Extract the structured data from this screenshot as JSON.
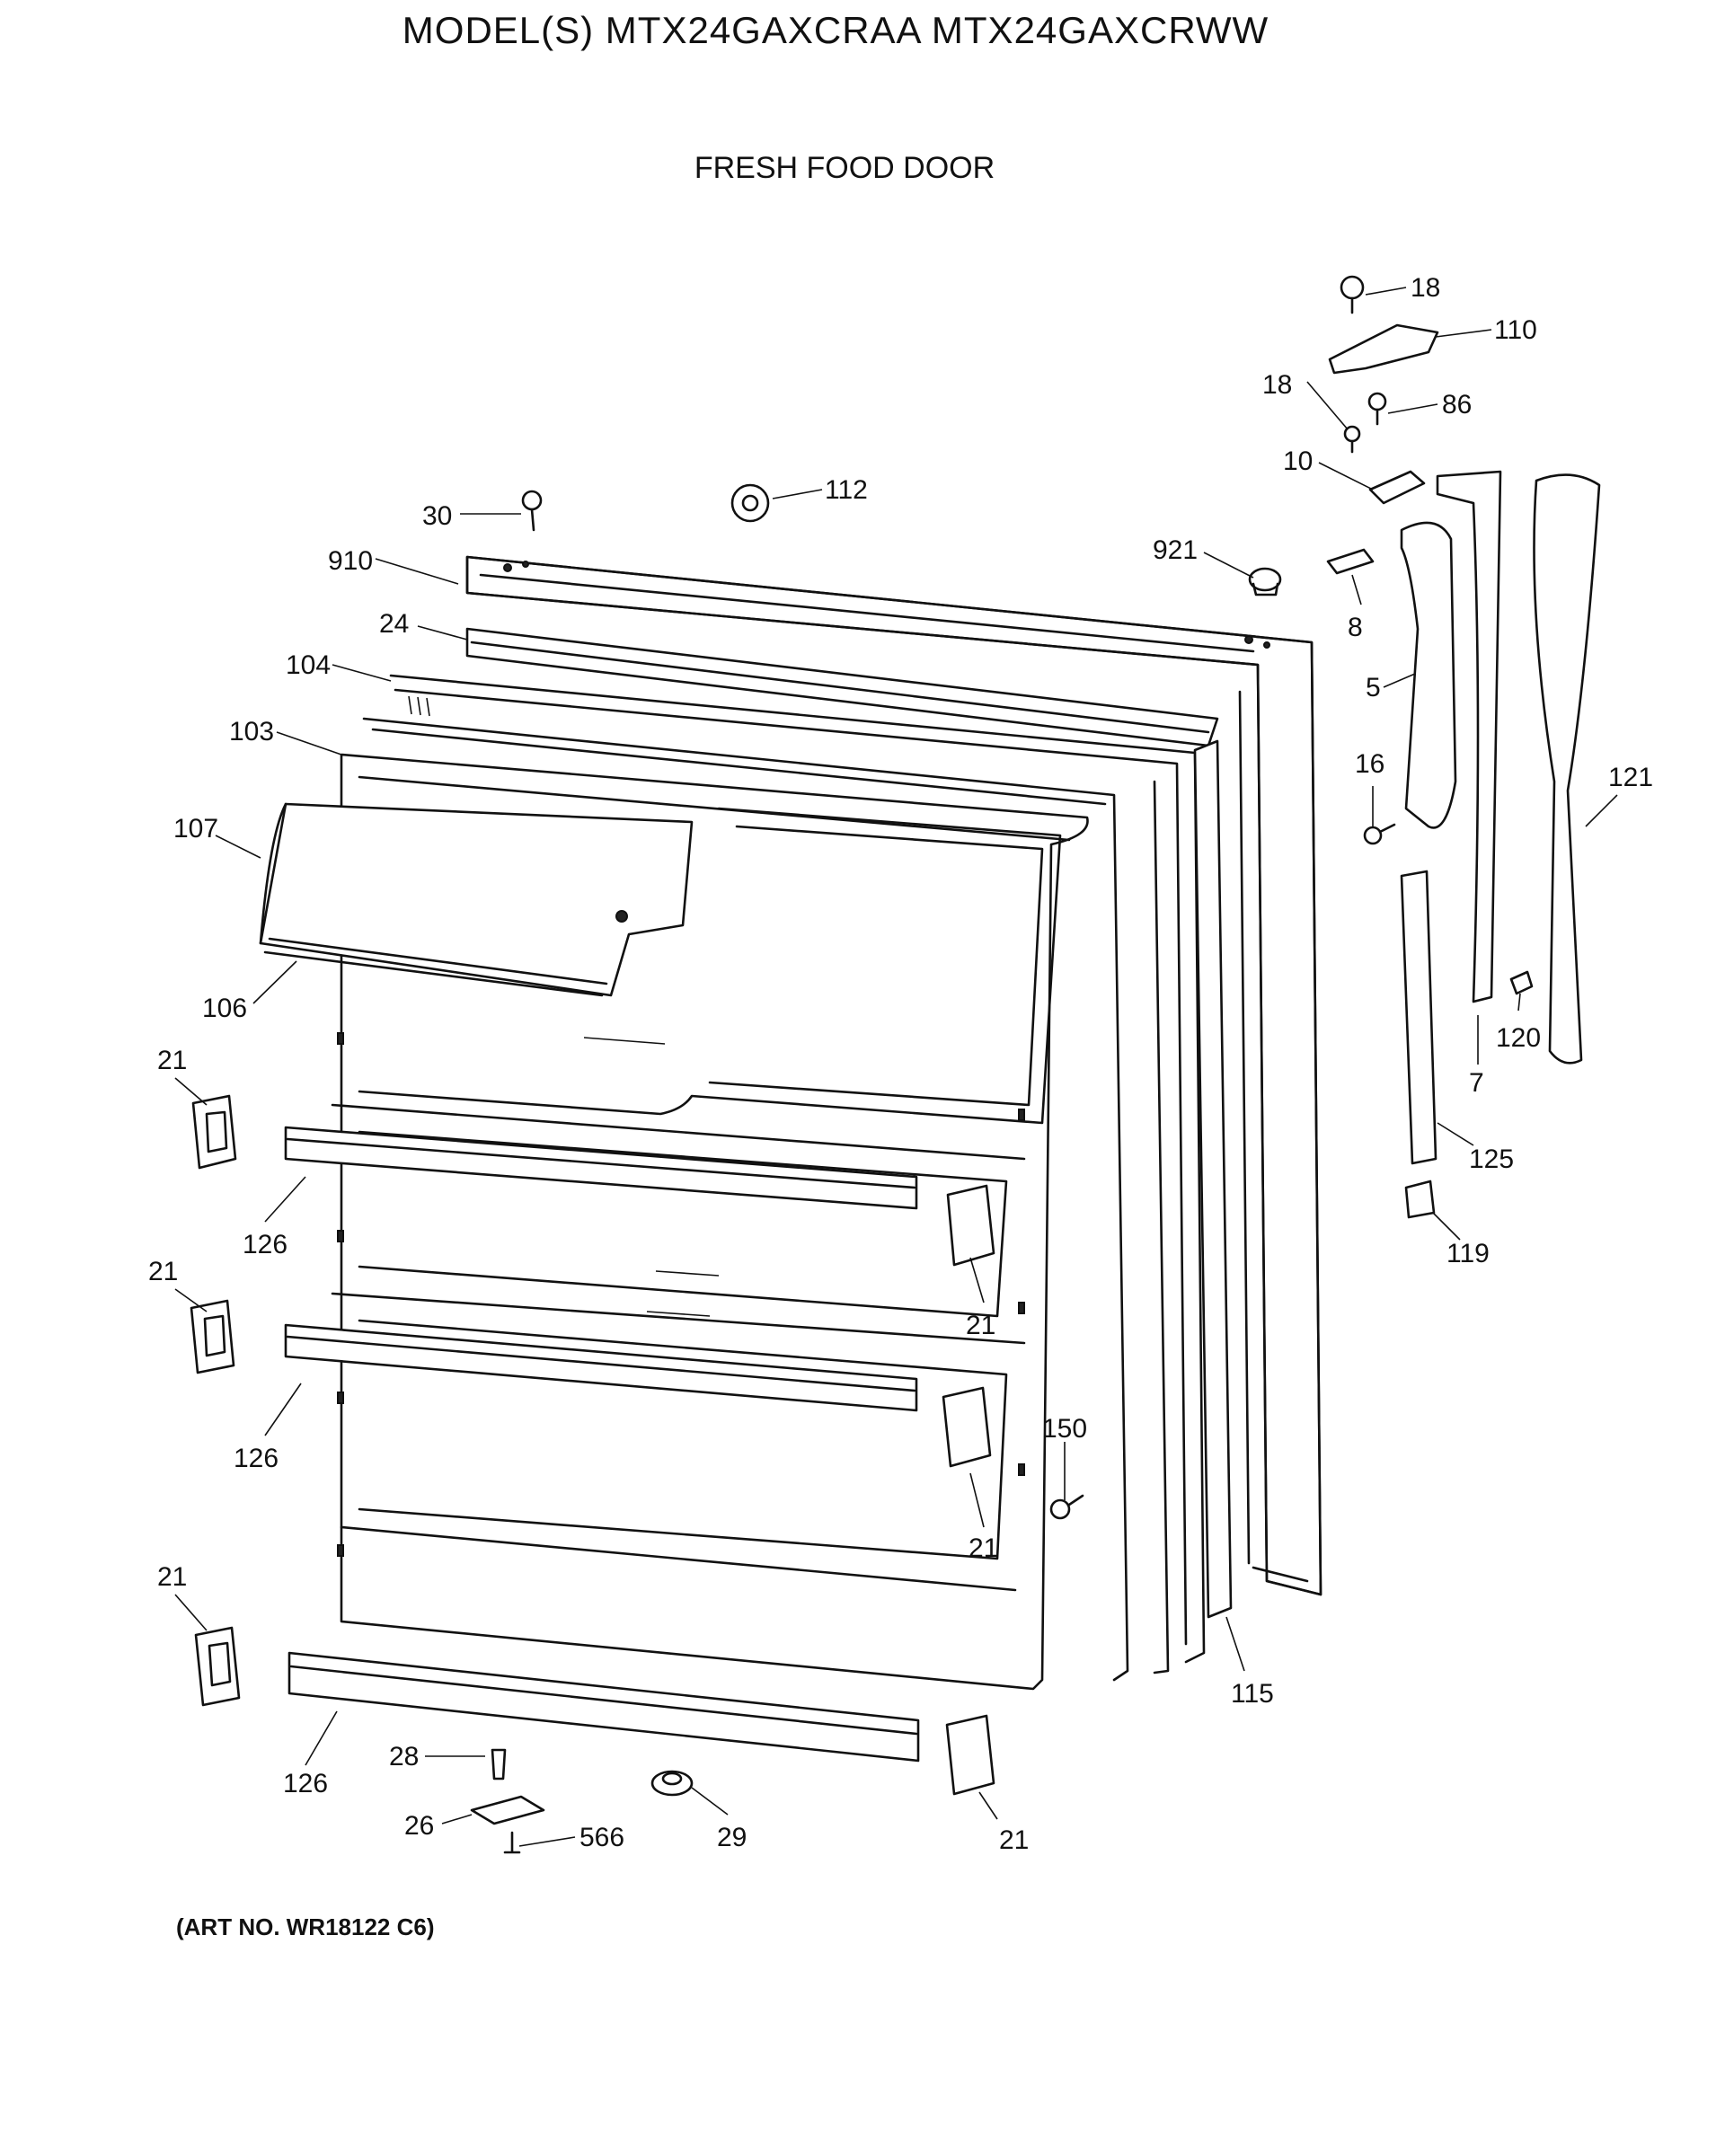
{
  "header": {
    "model_title": "MODEL(S) MTX24GAXCRAA  MTX24GAXCRWW",
    "section_title": "FRESH FOOD DOOR"
  },
  "footer": {
    "art_number": "(ART NO. WR18122 C6)"
  },
  "callouts": [
    {
      "id": "c18a",
      "label": "18"
    },
    {
      "id": "c110",
      "label": "110"
    },
    {
      "id": "c18b",
      "label": "18"
    },
    {
      "id": "c86",
      "label": "86"
    },
    {
      "id": "c10",
      "label": "10"
    },
    {
      "id": "c30",
      "label": "30"
    },
    {
      "id": "c112",
      "label": "112"
    },
    {
      "id": "c921",
      "label": "921"
    },
    {
      "id": "c910",
      "label": "910"
    },
    {
      "id": "c8",
      "label": "8"
    },
    {
      "id": "c24",
      "label": "24"
    },
    {
      "id": "c104",
      "label": "104"
    },
    {
      "id": "c5",
      "label": "5"
    },
    {
      "id": "c103",
      "label": "103"
    },
    {
      "id": "c16",
      "label": "16"
    },
    {
      "id": "c121",
      "label": "121"
    },
    {
      "id": "c107",
      "label": "107"
    },
    {
      "id": "c106",
      "label": "106"
    },
    {
      "id": "c120",
      "label": "120"
    },
    {
      "id": "c21a",
      "label": "21"
    },
    {
      "id": "c7",
      "label": "7"
    },
    {
      "id": "c125",
      "label": "125"
    },
    {
      "id": "c126a",
      "label": "126"
    },
    {
      "id": "c119",
      "label": "119"
    },
    {
      "id": "c21b",
      "label": "21"
    },
    {
      "id": "c21c",
      "label": "21"
    },
    {
      "id": "c150",
      "label": "150"
    },
    {
      "id": "c126b",
      "label": "126"
    },
    {
      "id": "c21d",
      "label": "21"
    },
    {
      "id": "c21e",
      "label": "21"
    },
    {
      "id": "c115",
      "label": "115"
    },
    {
      "id": "c28",
      "label": "28"
    },
    {
      "id": "c126c",
      "label": "126"
    },
    {
      "id": "c26",
      "label": "26"
    },
    {
      "id": "c29",
      "label": "29"
    },
    {
      "id": "c566",
      "label": "566"
    },
    {
      "id": "c21f",
      "label": "21"
    }
  ]
}
